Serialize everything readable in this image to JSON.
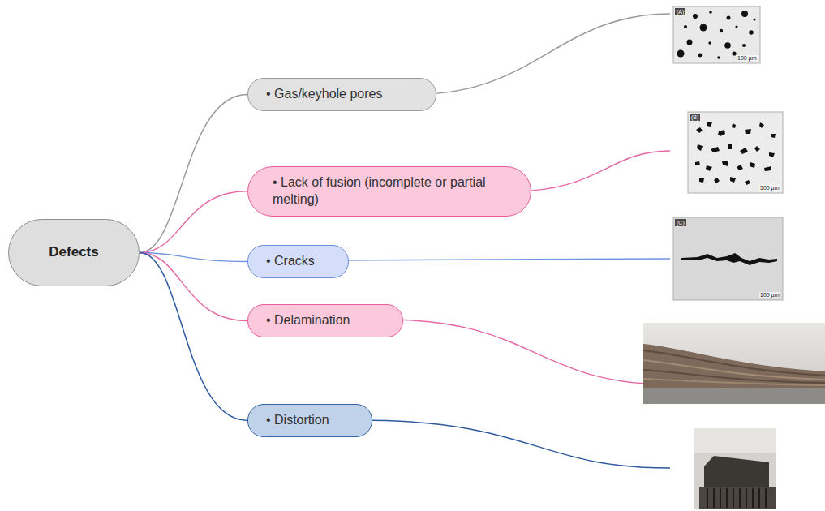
{
  "diagram": {
    "nodes": [
      {
        "text": [
          "Defects"
        ]
      },
      {
        "text": [
          "• Gas/keyhole pores"
        ]
      },
      {
        "text": [
          "• Lack of fusion (incomplete or partial melting)"
        ]
      },
      {
        "text": [
          "• Cracks"
        ]
      },
      {
        "text": [
          "• Delamination"
        ]
      },
      {
        "text": [
          "• Distortion"
        ]
      }
    ],
    "edges": [
      {
        "from": 0,
        "to": 1,
        "arrow": "none"
      },
      {
        "from": 0,
        "to": 2,
        "arrow": "none"
      },
      {
        "from": 0,
        "to": 3,
        "arrow": "none"
      },
      {
        "from": 0,
        "to": 4,
        "arrow": "none"
      },
      {
        "from": 0,
        "to": 5,
        "arrow": "none"
      }
    ],
    "labels": [
      "(A)",
      "100 µm",
      "(B)",
      "500 µm",
      "(C)",
      "100 µm"
    ]
  }
}
